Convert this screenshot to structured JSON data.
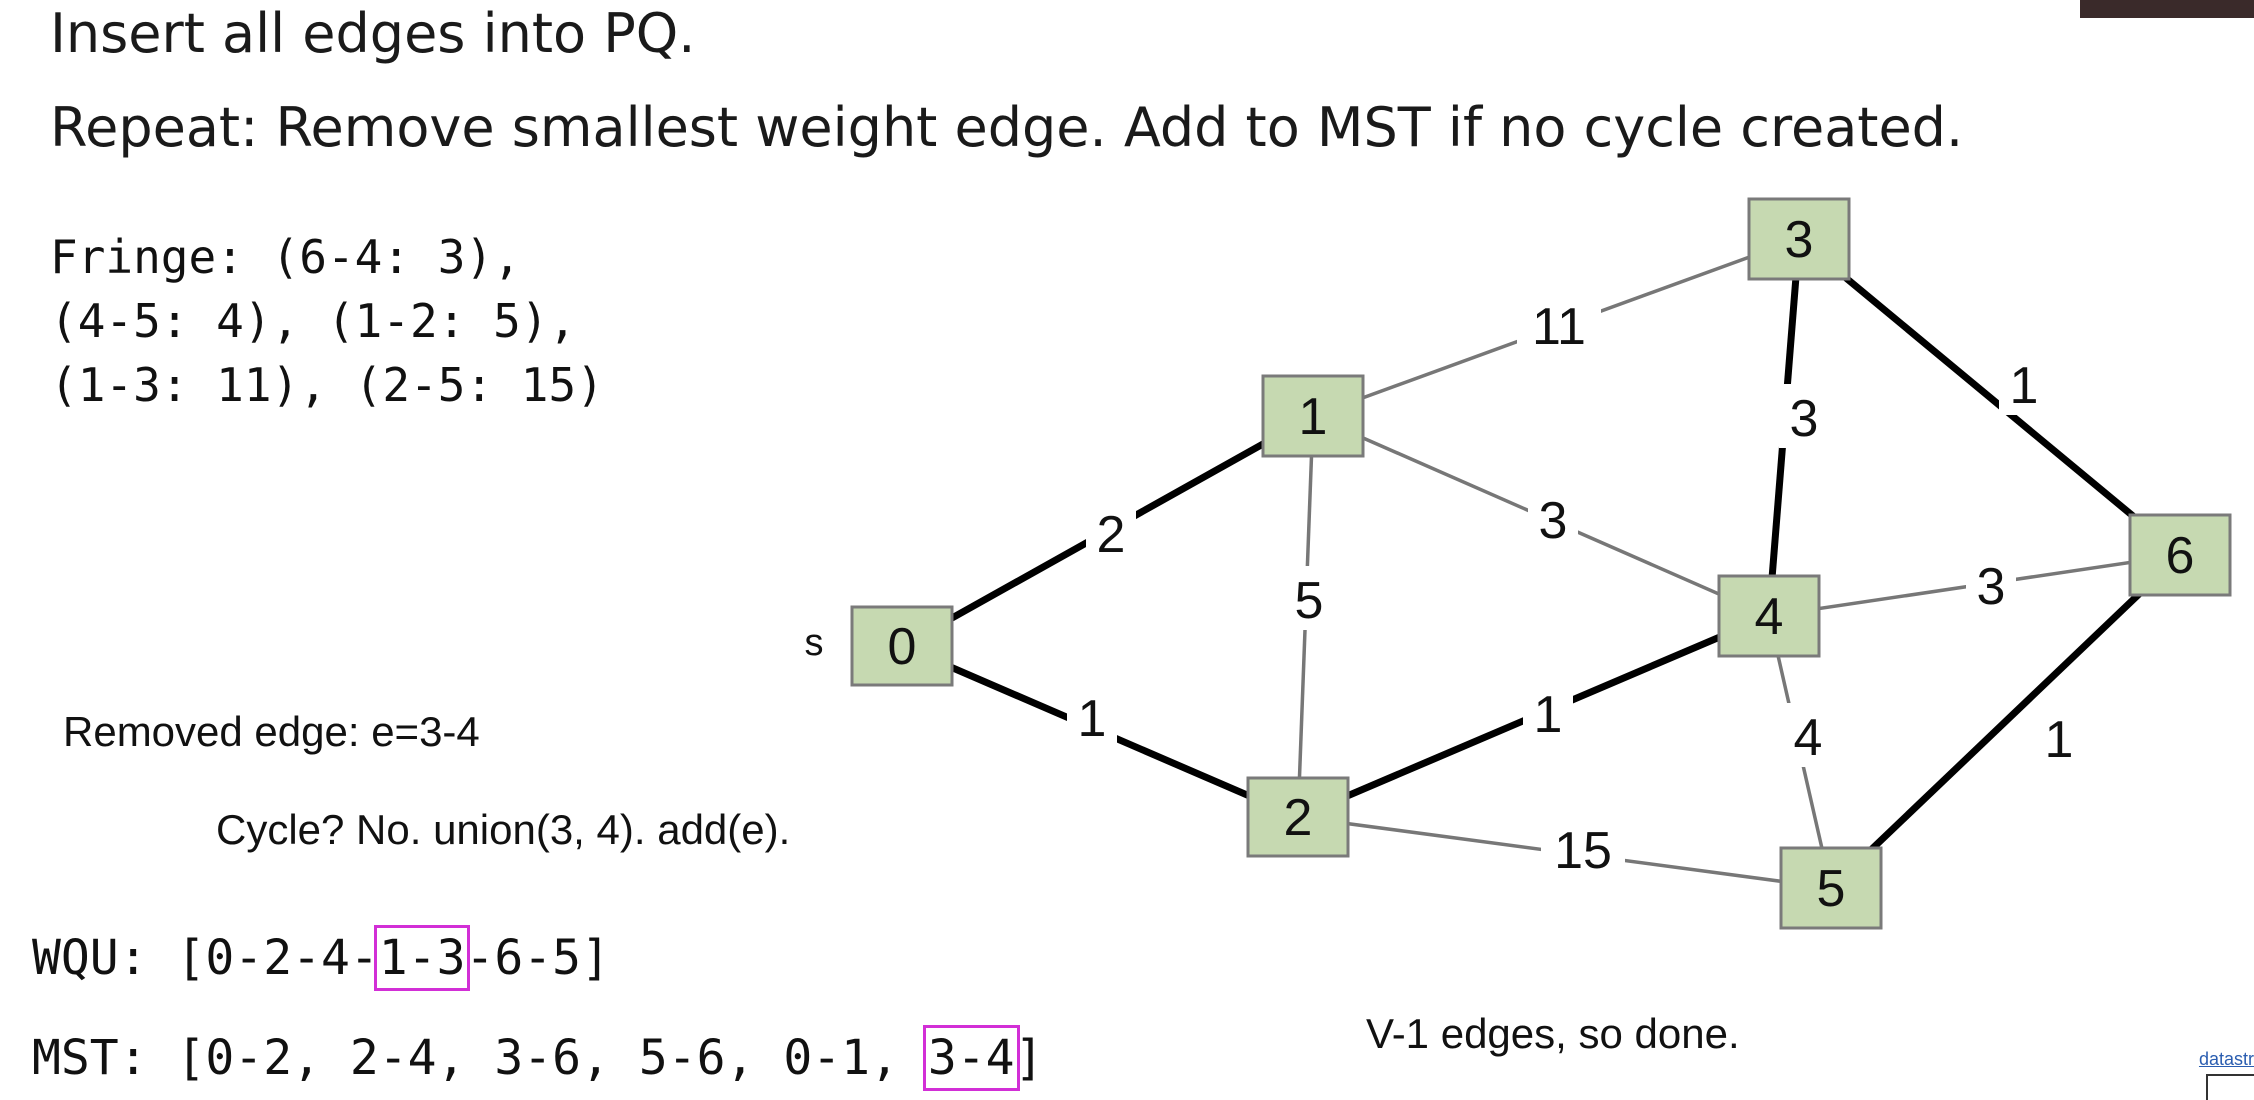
{
  "header": {
    "line1": "Insert all edges into PQ.",
    "line2": "Repeat: Remove smallest weight edge. Add to MST if no cycle created."
  },
  "fringe": {
    "line1": "Fringe: (6-4: 3),",
    "line2": "(4-5: 4), (1-2: 5),",
    "line3": "(1-3: 11), (2-5: 15)"
  },
  "removed_edge": "Removed edge: e=3-4",
  "cycle_check": "Cycle? No. union(3, 4). add(e).",
  "wqu": {
    "prefix": "WQU: [0-2-4-",
    "highlight": "1-3",
    "suffix": "-6-5]"
  },
  "mst": {
    "prefix": "MST: [0-2, 2-4, 3-6, 5-6, 0-1, ",
    "highlight": "3-4",
    "suffix": "]"
  },
  "done_note": "V-1 edges, so done.",
  "source_label": "s",
  "corner_link": "datastr",
  "colors": {
    "node_fill": "#c6d9b1",
    "node_stroke": "#7a7a7a",
    "highlight_box": "#d22fd6",
    "mst_edge": "#000000",
    "other_edge": "#777777"
  },
  "graph": {
    "nodes": [
      "0",
      "1",
      "2",
      "3",
      "4",
      "5",
      "6"
    ],
    "edges": [
      {
        "from": "0",
        "to": "1",
        "weight": "2",
        "in_mst": true
      },
      {
        "from": "0",
        "to": "2",
        "weight": "1",
        "in_mst": true
      },
      {
        "from": "1",
        "to": "2",
        "weight": "5",
        "in_mst": false
      },
      {
        "from": "1",
        "to": "3",
        "weight": "11",
        "in_mst": false
      },
      {
        "from": "1",
        "to": "4",
        "weight": "3",
        "in_mst": false
      },
      {
        "from": "2",
        "to": "4",
        "weight": "1",
        "in_mst": true
      },
      {
        "from": "2",
        "to": "5",
        "weight": "15",
        "in_mst": false
      },
      {
        "from": "3",
        "to": "4",
        "weight": "3",
        "in_mst": true
      },
      {
        "from": "3",
        "to": "6",
        "weight": "1",
        "in_mst": true
      },
      {
        "from": "4",
        "to": "6",
        "weight": "3",
        "in_mst": false
      },
      {
        "from": "4",
        "to": "5",
        "weight": "4",
        "in_mst": false
      },
      {
        "from": "5",
        "to": "6",
        "weight": "1",
        "in_mst": true
      }
    ]
  }
}
